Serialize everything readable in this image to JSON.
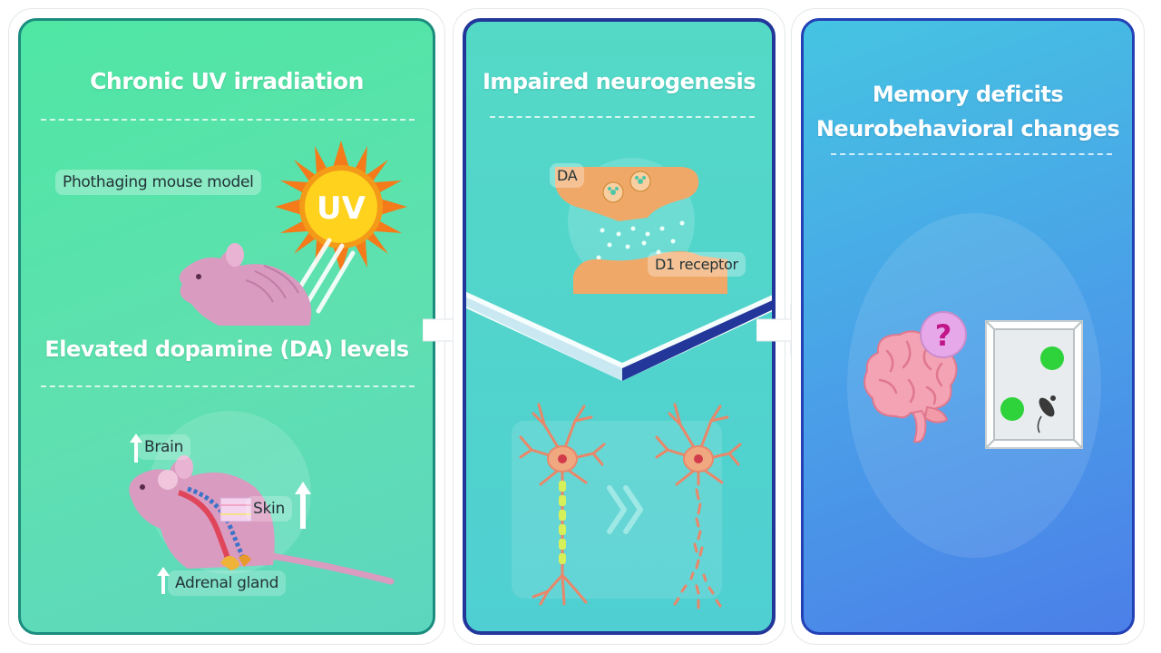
{
  "panel1": {
    "title": "Chronic UV irradiation",
    "model_label": "Phothaging mouse model",
    "sun_label": "UV",
    "subtitle": "Elevated dopamine (DA) levels",
    "brain_label": "Brain",
    "skin_label": "Skin",
    "adrenal_label": "Adrenal gland"
  },
  "panel2": {
    "title": "Impaired neurogenesis",
    "da_label": "DA",
    "receptor_label": "D1 receptor"
  },
  "panel3": {
    "title_line1": "Memory deficits",
    "title_line2": "Neurobehavioral changes",
    "question_mark": "?"
  },
  "colors": {
    "panel1_accent": "#4fe6a4",
    "panel2_border": "#23379a",
    "panel3_border": "#2340b5",
    "sun": "#f7a21b",
    "mouse": "#d99bc0",
    "synapse": "#f0a868",
    "neuron": "#f0a880",
    "target_green": "#2ed33c"
  }
}
